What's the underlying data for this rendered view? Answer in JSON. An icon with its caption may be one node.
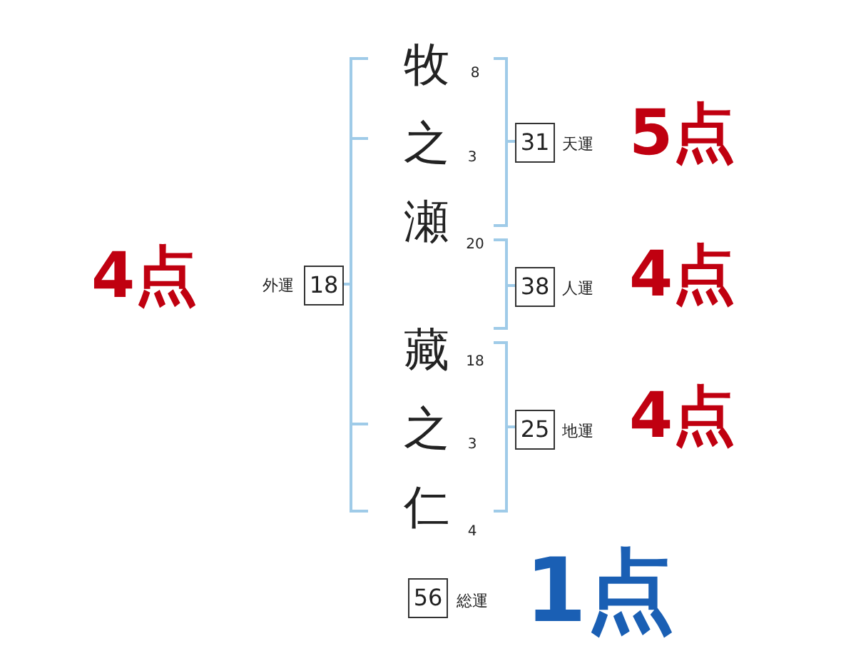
{
  "diagram": {
    "nodes": [
      {
        "text": [
          "31"
        ],
        "beside": [
          "天運",
          "5点"
        ]
      },
      {
        "text": [
          "38"
        ],
        "beside": [
          "人運",
          "4点"
        ]
      },
      {
        "text": [
          "25"
        ],
        "beside": [
          "地運",
          "4点"
        ]
      },
      {
        "text": [
          "18"
        ],
        "beside": [
          "外運",
          "4点"
        ]
      },
      {
        "text": [
          "56"
        ],
        "beside": [
          "総運",
          "1点"
        ]
      }
    ],
    "labels": [
      "牧",
      "8",
      "之",
      "3",
      "瀬",
      "20",
      "藏",
      "18",
      "之",
      "3",
      "仁",
      "4"
    ]
  }
}
